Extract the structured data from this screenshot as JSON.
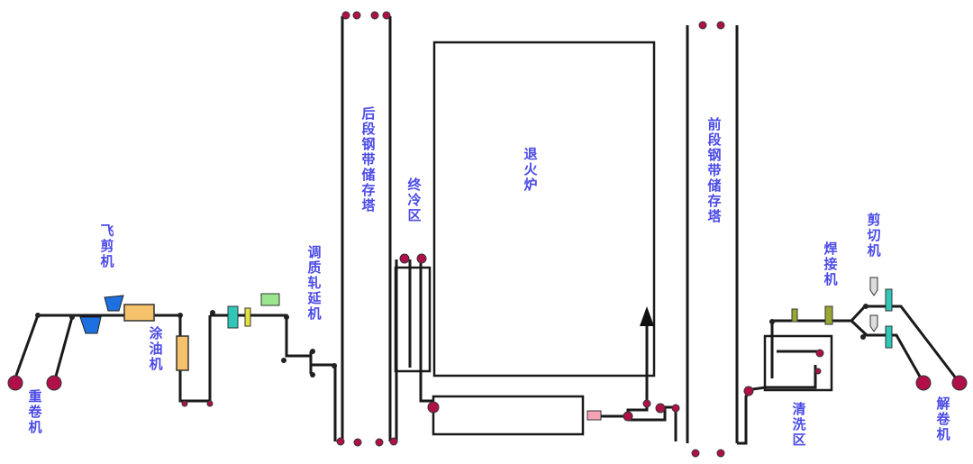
{
  "labels": {
    "recoiler": "重卷机",
    "flying_shear": "飞剪机",
    "oiler": "涂油机",
    "temper_mill": "调质轧延机",
    "exit_looper": "后段钢带储存塔",
    "final_cooling": "终冷区",
    "annealing_furnace": "退火炉",
    "entry_looper": "前段钢带储存塔",
    "welder": "焊接机",
    "shear": "剪切机",
    "cleaning": "清洗区",
    "uncoiler": "解卷机"
  },
  "colors": {
    "line": "#1a1a1a",
    "roller": "#b0104a",
    "label": "#4a4ae6",
    "shear_blue": "#1e6fe0",
    "oiler_orange": "#f5c26b",
    "teal": "#2ec7b8",
    "yellow": "#e6e23a",
    "light_green": "#9be58f",
    "olive": "#9aa832",
    "pink": "#f5a3b5"
  }
}
